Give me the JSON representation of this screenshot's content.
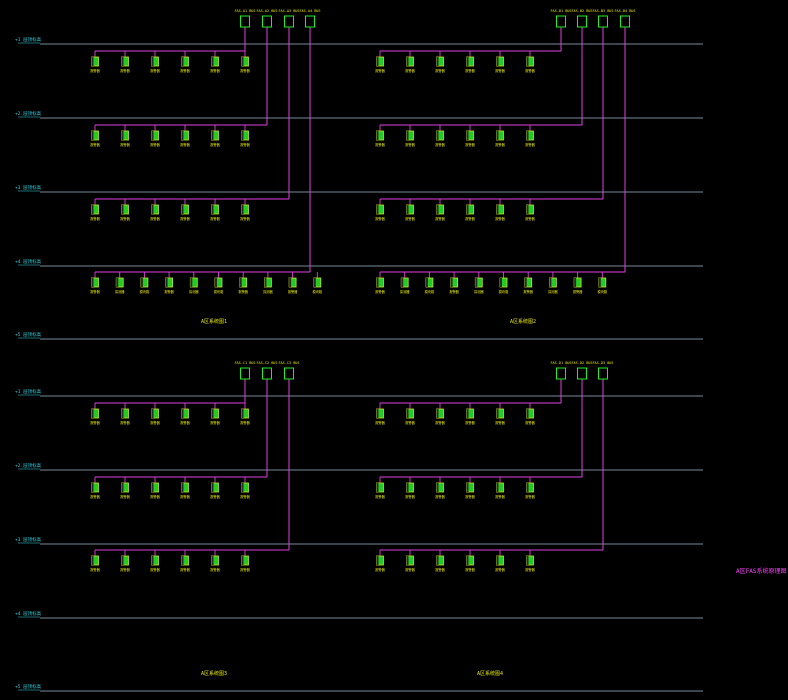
{
  "colors": {
    "background": "#000000",
    "floor_line": "#9fb8c8",
    "floor_label": "#30d8e8",
    "wire": "#e040e0",
    "device_fill": "#22cc22",
    "device_edge": "#c8e020",
    "cabinet_edge": "#22ee22",
    "text_yellow": "#e8e800",
    "note": "#ff40ff"
  },
  "floors": {
    "upper": [
      "+1 层顶标高",
      "+2 层顶标高",
      "+3 层顶标高",
      "+4 层顶标高",
      "+5 层顶标高"
    ],
    "lower": [
      "+1 层顶标高",
      "+2 层顶标高",
      "+3 层顶标高",
      "+4 层顶标高",
      "+5 层顶标高"
    ]
  },
  "blocks": [
    {
      "caption": "A区系统图1",
      "cabinets": [
        "FAS-A1 BUS",
        "FAS-A2 BUS",
        "FAS-A3 BUS",
        "FAS-A4 BUS"
      ],
      "rows": [
        [
          "报警器",
          "报警器",
          "报警器",
          "报警器",
          "报警器",
          "报警器"
        ],
        [
          "报警器",
          "报警器",
          "报警器",
          "报警器",
          "报警器",
          "报警器"
        ],
        [
          "报警器",
          "报警器",
          "报警器",
          "报警器",
          "报警器",
          "报警器"
        ],
        [
          "报警器",
          "探测器",
          "模块箱",
          "报警器",
          "探测器",
          "模块箱",
          "报警器",
          "探测器",
          "报警器",
          "模块箱"
        ]
      ]
    },
    {
      "caption": "A区系统图2",
      "cabinets": [
        "FAS-B1 BUS",
        "FAS-B2 BUS",
        "FAS-B3 BUS",
        "FAS-B4 BUS"
      ],
      "rows": [
        [
          "报警器",
          "报警器",
          "报警器",
          "报警器",
          "报警器",
          "报警器"
        ],
        [
          "报警器",
          "报警器",
          "报警器",
          "报警器",
          "报警器",
          "报警器"
        ],
        [
          "报警器",
          "报警器",
          "报警器",
          "报警器",
          "报警器",
          "报警器"
        ],
        [
          "报警器",
          "探测器",
          "模块箱",
          "报警器",
          "探测器",
          "模块箱",
          "报警器",
          "探测器",
          "报警器",
          "模块箱"
        ]
      ]
    },
    {
      "caption": "A区系统图3",
      "cabinets": [
        "FAS-C1 BUS",
        "FAS-C2 BUS",
        "FAS-C3 BUS"
      ],
      "rows": [
        [
          "报警器",
          "报警器",
          "报警器",
          "报警器",
          "报警器",
          "报警器"
        ],
        [
          "报警器",
          "报警器",
          "报警器",
          "报警器",
          "报警器",
          "报警器"
        ],
        [
          "报警器",
          "报警器",
          "报警器",
          "报警器",
          "报警器",
          "报警器"
        ]
      ]
    },
    {
      "caption": "A区系统图4",
      "cabinets": [
        "FAS-D1 BUS",
        "FAS-D2 BUS",
        "FAS-D3 BUS"
      ],
      "rows": [
        [
          "报警器",
          "报警器",
          "报警器",
          "报警器",
          "报警器",
          "报警器"
        ],
        [
          "报警器",
          "报警器",
          "报警器",
          "报警器",
          "报警器",
          "报警器"
        ],
        [
          "报警器",
          "报警器",
          "报警器",
          "报警器",
          "报警器",
          "报警器"
        ]
      ]
    }
  ],
  "side_note": "A区FAS系统原理图"
}
